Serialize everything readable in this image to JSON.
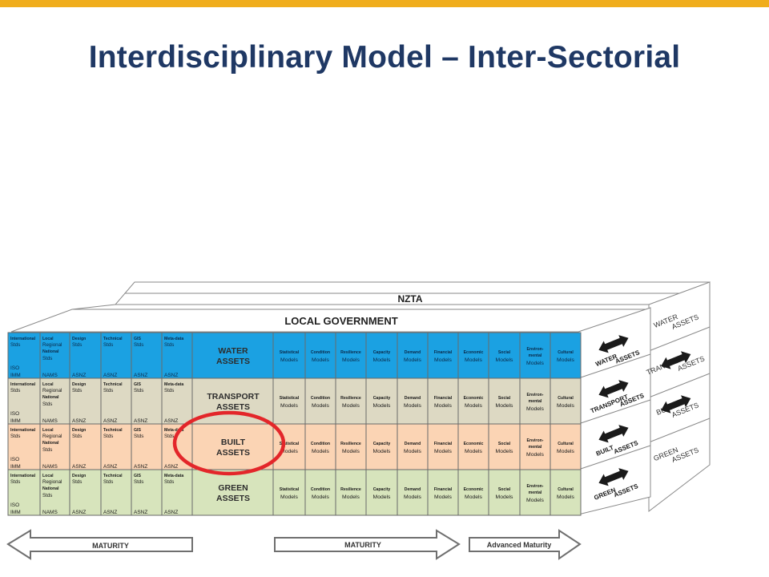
{
  "slide": {
    "title": "Interdisciplinary Model – Inter-Sectorial"
  },
  "colors": {
    "accent_bar": "#f0ad1c",
    "title": "#1f3864",
    "water": "#1ba1e2",
    "transport": "#ddd9c3",
    "built": "#fbd4b4",
    "green": "#d7e4bc",
    "highlight_ring": "#e3262a"
  },
  "layers": {
    "top": "NZTA",
    "second": "LOCAL GOVERNMENT"
  },
  "rows": [
    {
      "key": "water",
      "asset_label_1": "WATER",
      "asset_label_2": "ASSETS"
    },
    {
      "key": "transport",
      "asset_label_1": "TRANSPORT",
      "asset_label_2": "ASSETS"
    },
    {
      "key": "built",
      "asset_label_1": "BUILT",
      "asset_label_2": "ASSETS"
    },
    {
      "key": "green",
      "asset_label_1": "GREEN",
      "asset_label_2": "ASSETS"
    }
  ],
  "std_columns": [
    {
      "head_1": "International",
      "head_2": "Stds",
      "head_3": "",
      "head_4": "",
      "foot_1": "ISO",
      "foot_2": "IMM"
    },
    {
      "head_1": "Local",
      "head_2": "Regional",
      "head_3": "National",
      "head_4": "Stds",
      "foot_1": "NAMS",
      "foot_2": ""
    },
    {
      "head_1": "Design",
      "head_2": "Stds",
      "head_3": "",
      "head_4": "",
      "foot_1": "ASNZ",
      "foot_2": ""
    },
    {
      "head_1": "Technical",
      "head_2": "Stds",
      "head_3": "",
      "head_4": "",
      "foot_1": "ASNZ",
      "foot_2": ""
    },
    {
      "head_1": "GIS",
      "head_2": "Stds",
      "head_3": "",
      "head_4": "",
      "foot_1": "ASNZ",
      "foot_2": ""
    },
    {
      "head_1": "Meta-data",
      "head_2": "Stds",
      "head_3": "",
      "head_4": "",
      "foot_1": "ASNZ",
      "foot_2": ""
    }
  ],
  "model_columns": [
    {
      "line_1": "Statistical",
      "line_2": "Models",
      "line_3": ""
    },
    {
      "line_1": "Condition",
      "line_2": "Models",
      "line_3": ""
    },
    {
      "line_1": "Resilience",
      "line_2": "Models",
      "line_3": ""
    },
    {
      "line_1": "Capacity",
      "line_2": "Models",
      "line_3": ""
    },
    {
      "line_1": "Demand",
      "line_2": "Models",
      "line_3": ""
    },
    {
      "line_1": "Financial",
      "line_2": "Models",
      "line_3": ""
    },
    {
      "line_1": "Economic",
      "line_2": "Models",
      "line_3": ""
    },
    {
      "line_1": "Social",
      "line_2": "Models",
      "line_3": ""
    },
    {
      "line_1": "Environ-",
      "line_2": "mental",
      "line_3": "Models"
    },
    {
      "line_1": "Cultural",
      "line_2": "Models",
      "line_3": ""
    }
  ],
  "side_face": [
    {
      "word_1": "WATER",
      "word_2": "ASSETS"
    },
    {
      "word_1": "TRANSPORT",
      "word_2": "ASSETS"
    },
    {
      "word_1": "BUILT",
      "word_2": "ASSETS"
    },
    {
      "word_1": "GREEN",
      "word_2": "ASSETS"
    }
  ],
  "back_face": [
    {
      "word_1": "WATER",
      "word_2": "ASSETS"
    },
    {
      "word_1": "TRANSPORT",
      "word_2": "ASSETS"
    },
    {
      "word_1": "BUILT",
      "word_2": "ASSETS"
    },
    {
      "word_1": "GREEN",
      "word_2": "ASSETS"
    }
  ],
  "maturity": {
    "left_label": "MATURITY",
    "middle_label": "MATURITY",
    "right_label": "Advanced Maturity"
  }
}
